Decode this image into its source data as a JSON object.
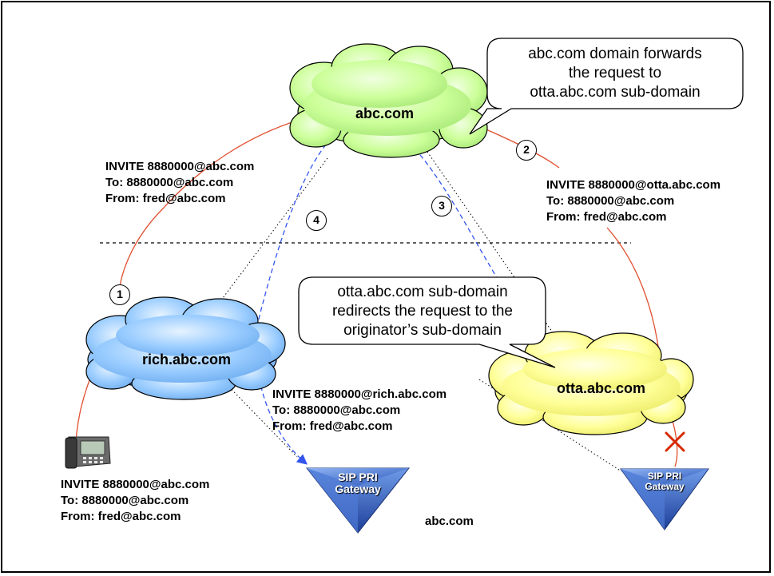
{
  "clouds": {
    "top": "abc.com",
    "left": "rich.abc.com",
    "right": "otta.abc.com"
  },
  "callouts": {
    "top": [
      "abc.com domain forwards",
      "the request to",
      "otta.abc.com sub-domain"
    ],
    "middle": [
      "otta.abc.com sub-domain",
      "redirects the request to the",
      "originator’s sub-domain"
    ]
  },
  "steps": [
    "1",
    "2",
    "3",
    "4"
  ],
  "messages": {
    "invite_abc": [
      "INVITE 8880000@abc.com",
      "To: 8880000@abc.com",
      "From: fred@abc.com"
    ],
    "invite_otta": [
      "INVITE 8880000@otta.abc.com",
      "To: 8880000@abc.com",
      "From: fred@abc.com"
    ],
    "invite_rich": [
      "INVITE 8880000@rich.abc.com",
      "To: 8880000@abc.com",
      "From: fred@abc.com"
    ],
    "invite_phone": [
      "INVITE 8880000@abc.com",
      "To: 8880000@abc.com",
      "From: fred@abc.com"
    ]
  },
  "gateways": {
    "left": [
      "SIP PRI",
      "Gateway"
    ],
    "right": [
      "SIP PRI",
      "Gateway"
    ]
  },
  "bottom_label": "abc.com",
  "icons": {
    "phone": "ip-phone-icon",
    "failure": "x-mark-icon"
  },
  "colors": {
    "green_cloud": "#ccff99",
    "blue_cloud": "#99ccff",
    "yellow_cloud": "#ffff99",
    "signal_line": "#e05030",
    "redirect_line": "#3355ee",
    "gateway_blue": "#3366cc",
    "failure_x": "#d62a00"
  }
}
